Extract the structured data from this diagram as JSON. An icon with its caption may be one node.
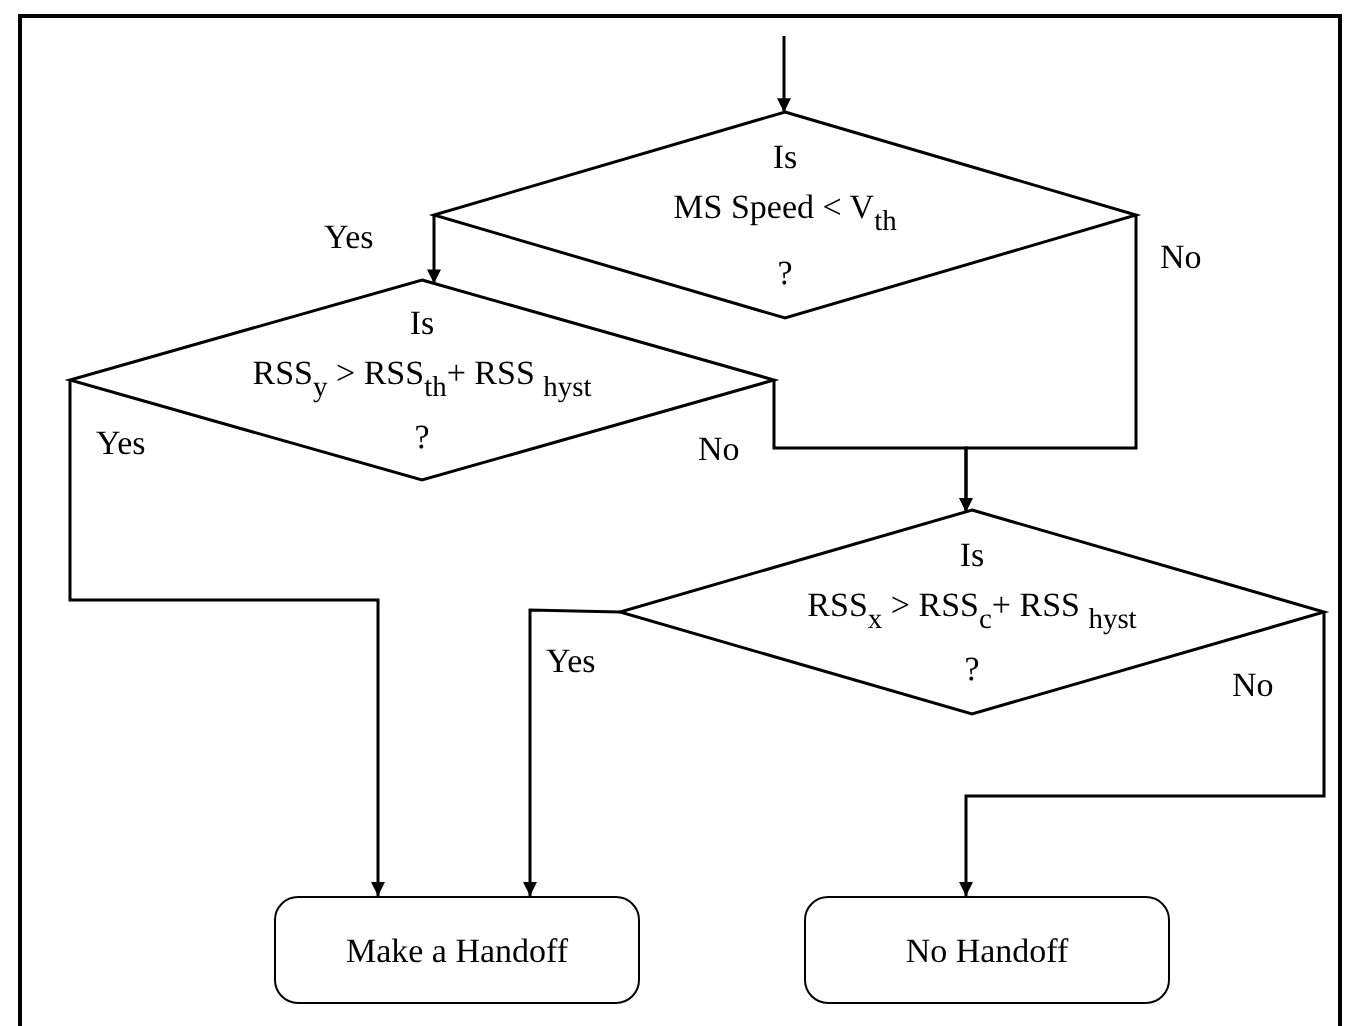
{
  "diagram": {
    "nodes": [
      {
        "text": [
          "Is",
          "MS Speed <  V$_{th}$",
          "?"
        ]
      },
      {
        "text": [
          "Is",
          "RSS$_{y}$ >  RSS$_{th}$+ RSS $_{hyst}$",
          "?"
        ]
      },
      {
        "text": [
          "Is",
          "RSS$_{x}$ >  RSS$_{c}$+ RSS $_{hyst}$",
          "?"
        ]
      },
      {
        "text": [
          "Make a Handoff"
        ]
      },
      {
        "text": [
          "No Handoff"
        ]
      }
    ],
    "edges": [
      {
        "from": null,
        "to": 0,
        "arrow": "to"
      },
      {
        "from": 0,
        "to": 1,
        "arrow": "to",
        "label": "Yes"
      },
      {
        "from": 0,
        "to": 2,
        "arrow": "to",
        "label": "No"
      },
      {
        "from": 1,
        "to": 2,
        "arrow": "to",
        "label": "No"
      },
      {
        "from": 1,
        "to": 3,
        "arrow": "to",
        "label": "Yes"
      },
      {
        "from": 2,
        "to": 3,
        "arrow": "to",
        "label": "Yes"
      },
      {
        "from": 2,
        "to": 4,
        "arrow": "to",
        "label": "No"
      }
    ]
  }
}
